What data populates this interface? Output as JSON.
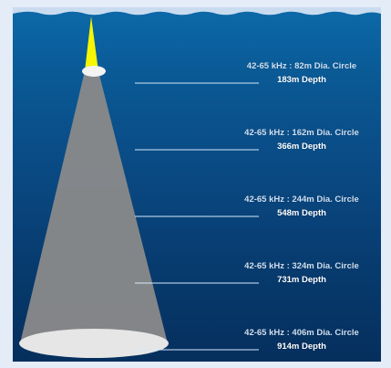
{
  "colors": {
    "frame": "#e4ecf7",
    "water_top": "#0c6aa9",
    "water_bottom": "#052f5d",
    "beam_fill": "#8c8c8c",
    "transducer": "#ffff00",
    "footprint": "#e8e8e8",
    "depth_line": "#cfe3f5"
  },
  "labels": [
    {
      "freq": "42-65 kHz : 82m Dia. Circle",
      "depth": "183m Depth"
    },
    {
      "freq": "42-65 kHz : 162m Dia. Circle",
      "depth": "366m Depth"
    },
    {
      "freq": "42-65 kHz : 244m Dia. Circle",
      "depth": "548m Depth"
    },
    {
      "freq": "42-65 kHz : 324m Dia. Circle",
      "depth": "731m Depth"
    },
    {
      "freq": "42-65 kHz : 406m Dia. Circle",
      "depth": "914m Depth"
    }
  ]
}
